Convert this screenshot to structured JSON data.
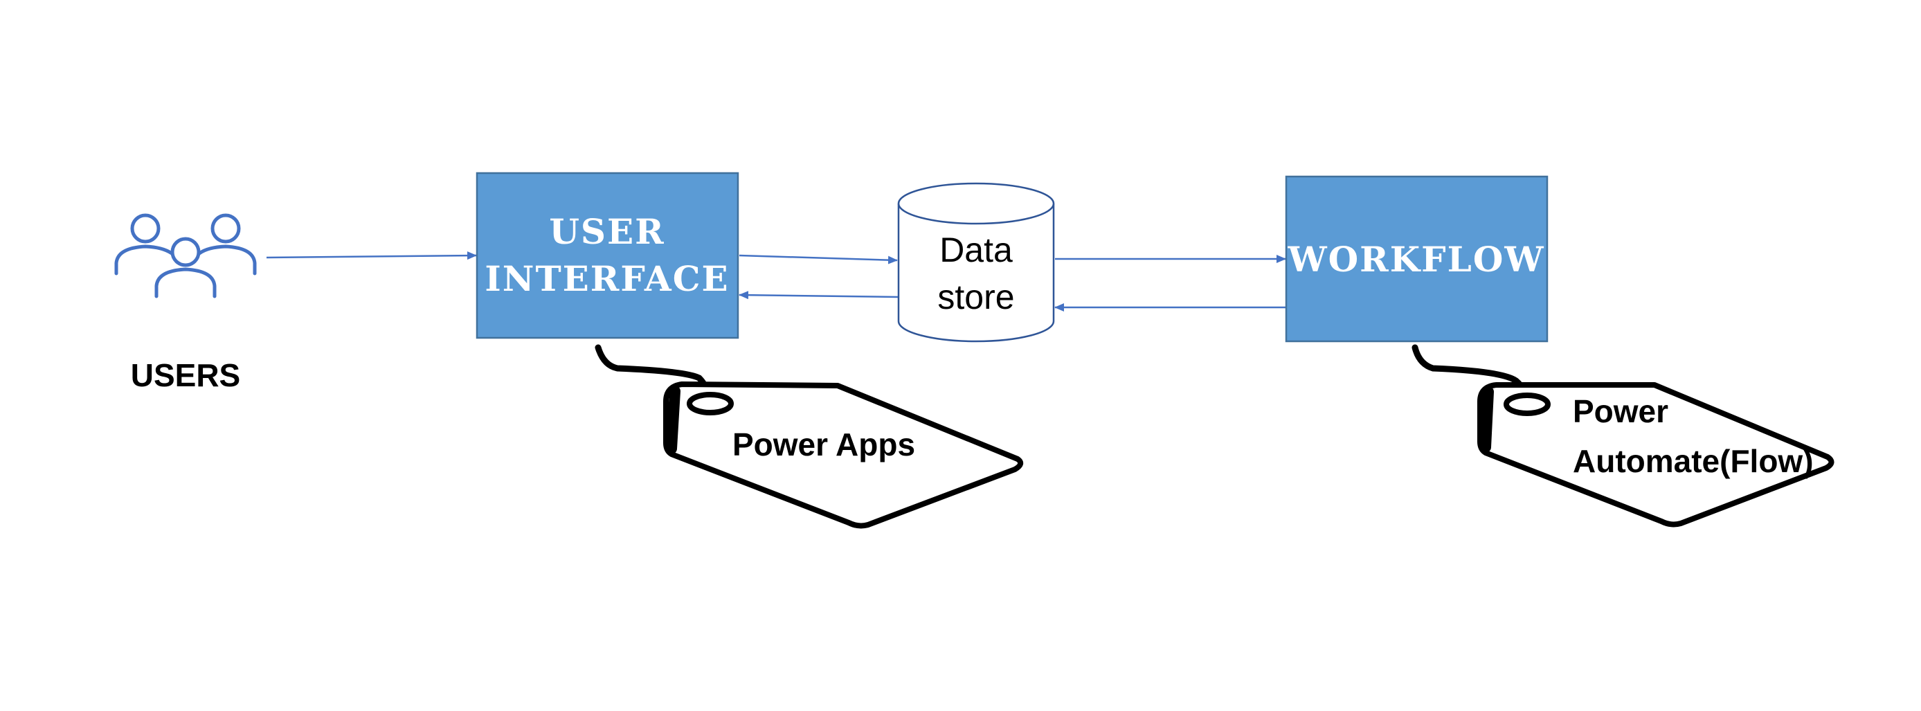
{
  "users": {
    "label": "USERS",
    "icon": "users-group-icon"
  },
  "user_interface": {
    "line1": "USER",
    "line2": "INTERFACE"
  },
  "data_store": {
    "line1": "Data",
    "line2": "store"
  },
  "workflow": {
    "label": "WORKFLOW"
  },
  "tags": {
    "power_apps": "Power Apps",
    "power_automate_line1": "Power",
    "power_automate_line2": "Automate(Flow)"
  },
  "colors": {
    "box_fill": "#5b9bd5",
    "box_stroke": "#41719c",
    "arrow": "#4472c4",
    "icon": "#4472c4"
  }
}
